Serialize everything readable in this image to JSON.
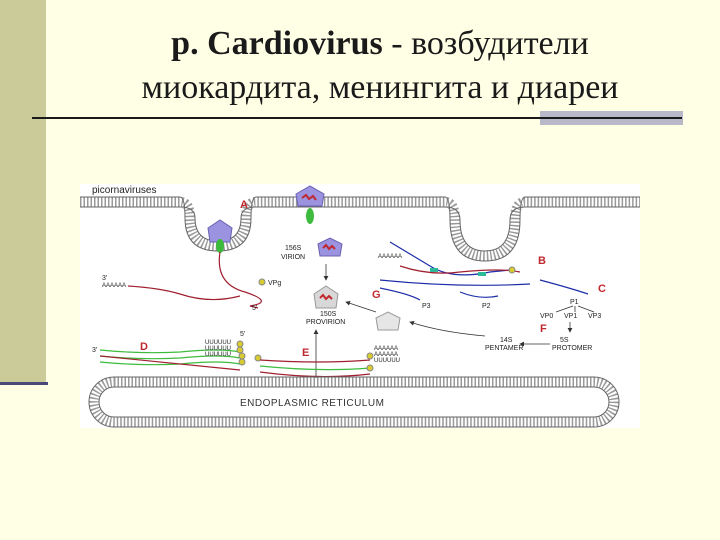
{
  "slide": {
    "title_genus": "p. Cardiovirus",
    "title_sep": " - ",
    "title_rest_line1": "возбудители",
    "title_line2": "миокардита, менингита и диареи"
  },
  "figure": {
    "top_label": "picornaviruses",
    "step_letters": [
      "A",
      "B",
      "C",
      "D",
      "E",
      "F",
      "G"
    ],
    "labels": {
      "virion": [
        "156S",
        "VIRION"
      ],
      "provirion": [
        "150S",
        "PROVIRION"
      ],
      "pentamer": [
        "14S",
        "PENTAMER"
      ],
      "protomer": [
        "5S",
        "PROTOMER"
      ],
      "p1": "P1",
      "vp_row": [
        "VP0",
        "VP1",
        "VP3"
      ],
      "p2": "P2",
      "p3": "P3",
      "vpg": "VPg",
      "er": "ENDOPLASMIC RETICULUM",
      "end_3prime": "3'",
      "end_5prime": "5'",
      "polyA": "AAAAAA",
      "polyU": "UUUUUU"
    }
  }
}
